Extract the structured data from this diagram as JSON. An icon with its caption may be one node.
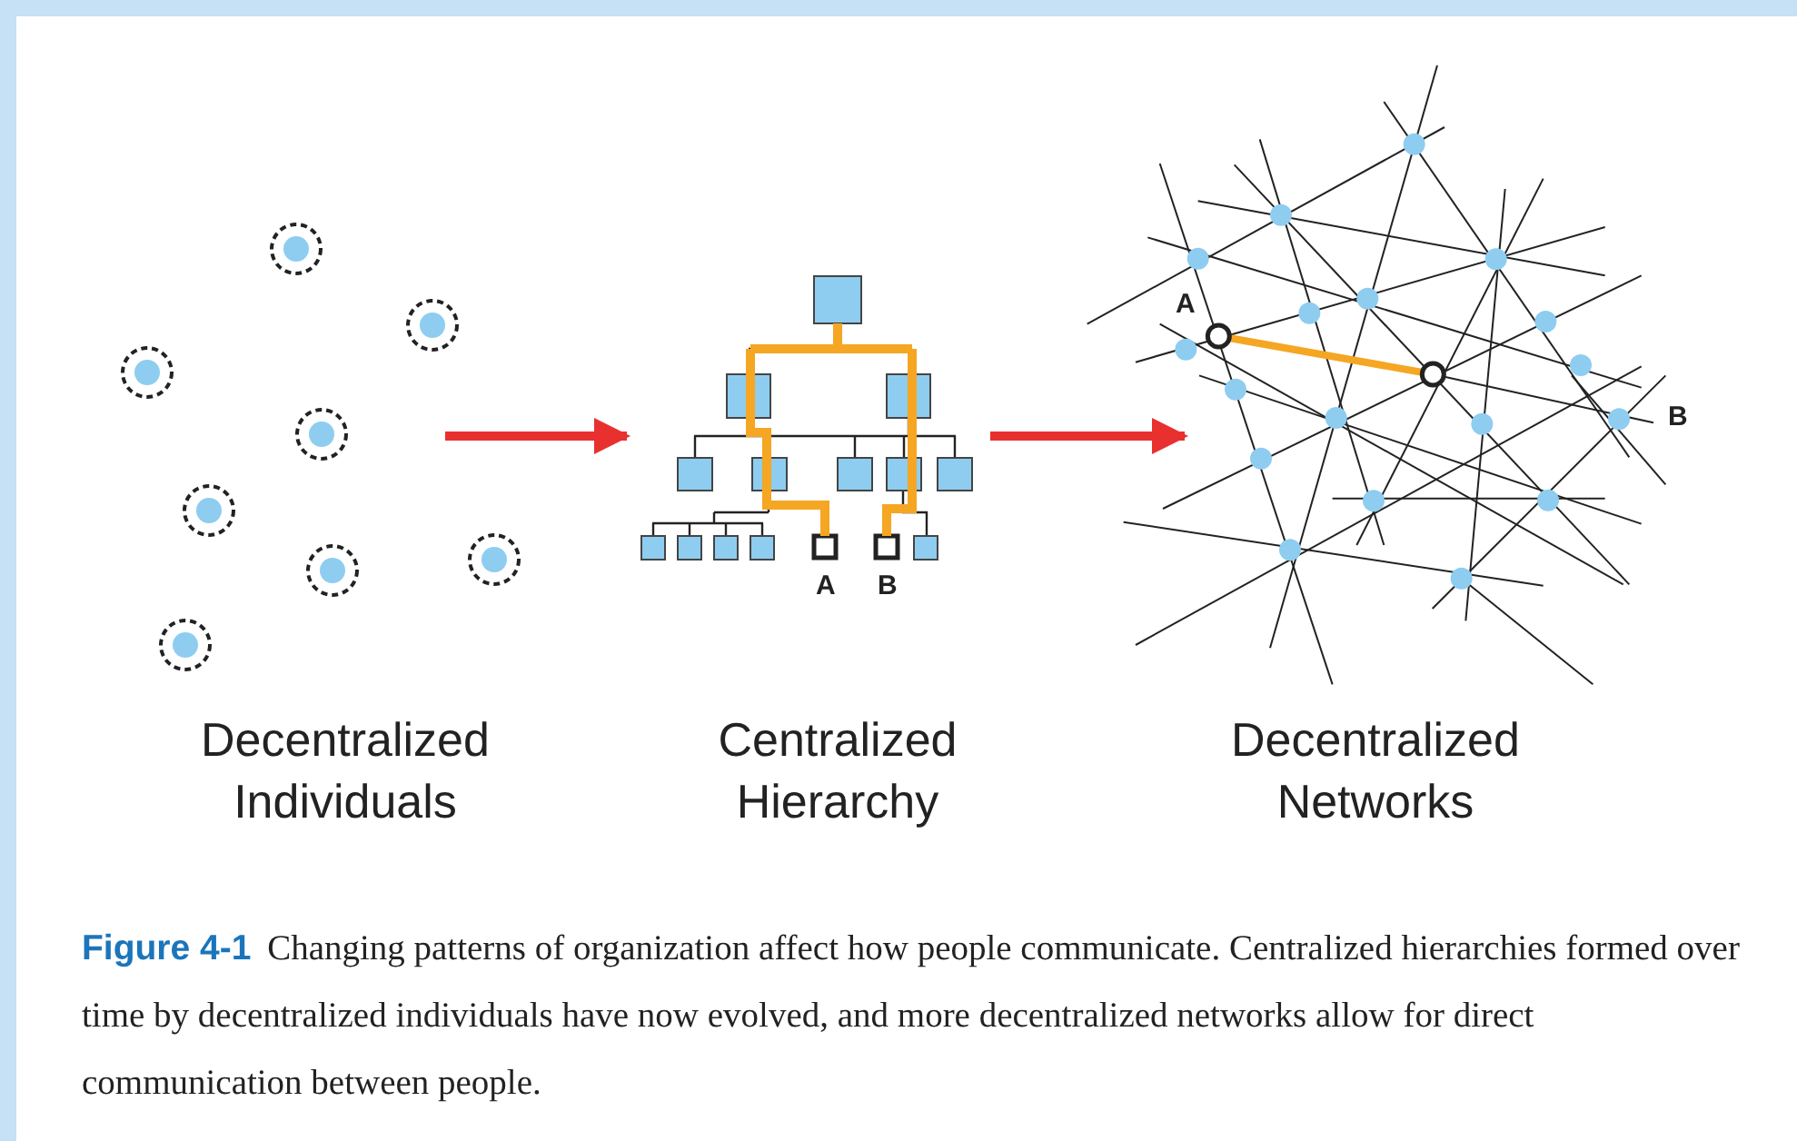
{
  "diagram": {
    "nodes": [
      {
        "text": [
          "Decentralized Individuals"
        ]
      },
      {
        "text": [
          "Centralized Hierarchy"
        ]
      },
      {
        "text": [
          "Decentralized Networks"
        ]
      }
    ],
    "edges": [
      {
        "from": 0,
        "to": 1,
        "arrow": "to"
      },
      {
        "from": 1,
        "to": 2,
        "arrow": "to"
      }
    ],
    "labels": [
      "A",
      "B",
      "A",
      "B"
    ],
    "caption": "**Figure 4-1** Changing patterns of organization affect how people communicate. Centralized hierarchies formed over time by decentralized individuals have now evolved, and more decentralized networks allow for direct communication between people."
  }
}
